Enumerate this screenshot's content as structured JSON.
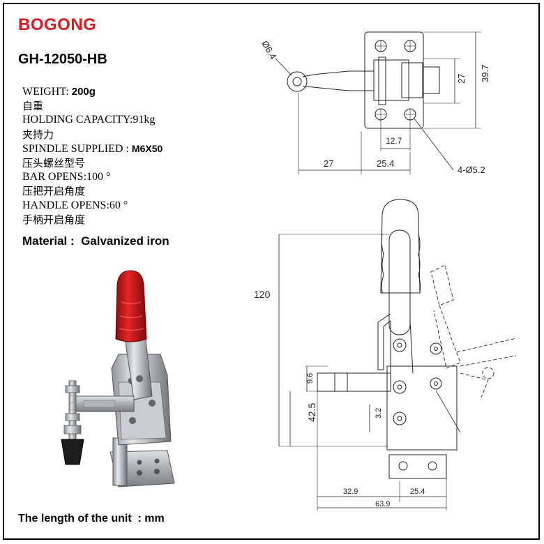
{
  "brand": "BOGONG",
  "model": "GH-12050-HB",
  "specs": [
    {
      "label": "WEIGHT: ",
      "value": "200g",
      "cn": "自重"
    },
    {
      "label": "HOLDING CAPACITY:",
      "value": "91kg",
      "cn": "夹持力"
    },
    {
      "label": "SPINDLE SUPPLIED : ",
      "value": "M6X50",
      "cn": "压头螺丝型号"
    },
    {
      "label": "BAR OPENS:",
      "value": "100 °",
      "cn": "压把开启角度"
    },
    {
      "label": "HANDLE OPENS:",
      "value": "60 °",
      "cn": "手柄开启角度"
    }
  ],
  "material": "Material :  Galvanized iron",
  "footer": "The length of the unit  : mm",
  "dimensions": {
    "top_view": {
      "hole_dia": "Ø6.4",
      "height_inner": "27",
      "height_outer": "39.7",
      "spacing_small": "12.7",
      "length_left": "27",
      "length_right": "25.4",
      "mount_holes": "4-Ø5.2"
    },
    "side_view": {
      "total_height": "120",
      "arm_thickness": "9.6",
      "arm_height": "42.5",
      "pivot_offset": "3.2",
      "base_left": "32.9",
      "base_right": "25.4",
      "base_total": "63.9"
    }
  },
  "colors": {
    "brand_red": "#e4161e",
    "cap_red": "#d41a1a",
    "steel": "#b9bcc1"
  }
}
